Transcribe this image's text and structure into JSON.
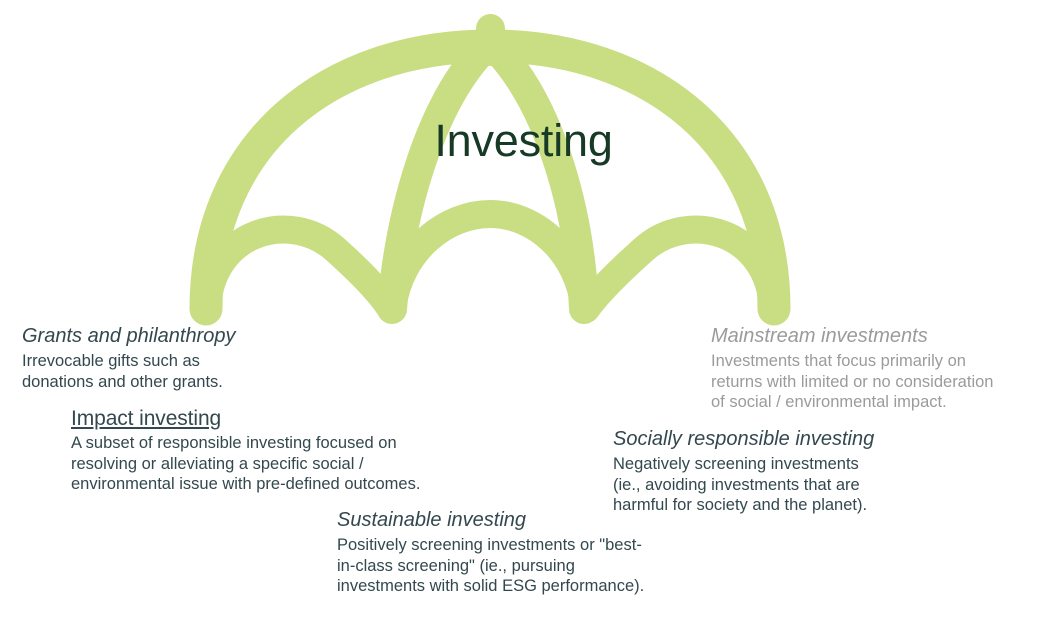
{
  "title": "Investing",
  "colors": {
    "umbrella_green": "#c9dd83",
    "title_text": "#173a26",
    "body_text": "#33484e",
    "muted_text": "#9b9b9b",
    "background": "#ffffff"
  },
  "blocks": {
    "grants": {
      "heading": "Grants and philanthropy",
      "body": "Irrevocable gifts such as\ndonations and other grants."
    },
    "impact": {
      "heading": "Impact investing",
      "body": "A subset of responsible investing focused on\nresolving or alleviating a specific social /\nenvironmental issue with pre-defined outcomes."
    },
    "sustainable": {
      "heading": "Sustainable investing",
      "body": "Positively screening investments or \"best-\nin-class screening\" (ie., pursuing\ninvestments with solid ESG performance)."
    },
    "socially": {
      "heading": "Socially responsible investing",
      "body": "Negatively screening investments\n(ie., avoiding investments that are\nharmful for society and the planet)."
    },
    "mainstream": {
      "heading": "Mainstream investments",
      "body": "Investments that focus primarily on\nreturns with limited or no consideration\nof social / environmental impact."
    }
  }
}
